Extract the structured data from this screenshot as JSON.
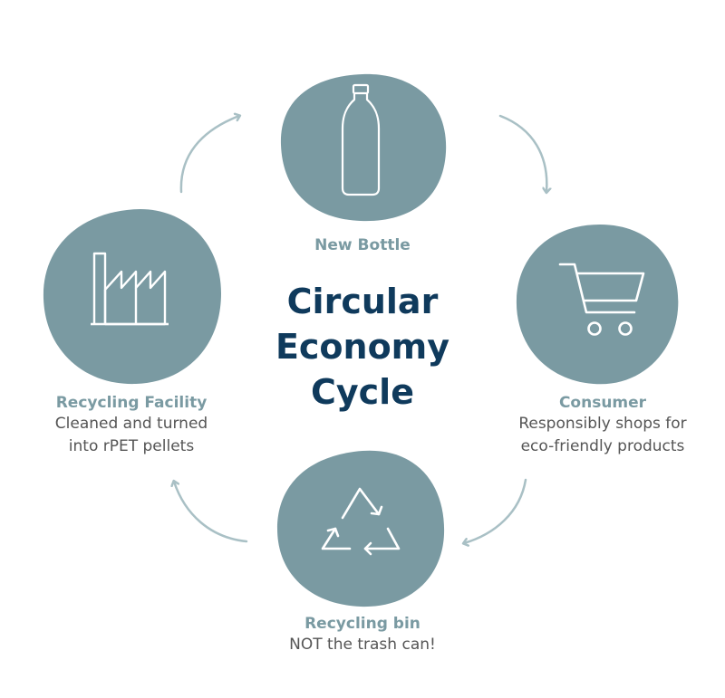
{
  "title": {
    "line1": "Circular",
    "line2": "Economy",
    "line3": "Cycle"
  },
  "stages": {
    "new_bottle": {
      "title": "New Bottle",
      "icon": "bottle-icon"
    },
    "consumer": {
      "title": "Consumer",
      "desc_line1": "Responsibly shops for",
      "desc_line2": "eco-friendly products",
      "icon": "shopping-cart-icon"
    },
    "recycling_bin": {
      "title": "Recycling bin",
      "desc_line1": "NOT the trash can!",
      "icon": "recycle-icon"
    },
    "recycling_facility": {
      "title": "Recycling Facility",
      "desc_line1": "Cleaned and turned",
      "desc_line2": "into rPET pellets",
      "icon": "factory-icon"
    }
  },
  "colors": {
    "blob": "#7a9aa2",
    "title": "#0f3a5c",
    "stage_title": "#7a9aa2",
    "desc": "#555555",
    "arrow": "#a9c0c5"
  }
}
